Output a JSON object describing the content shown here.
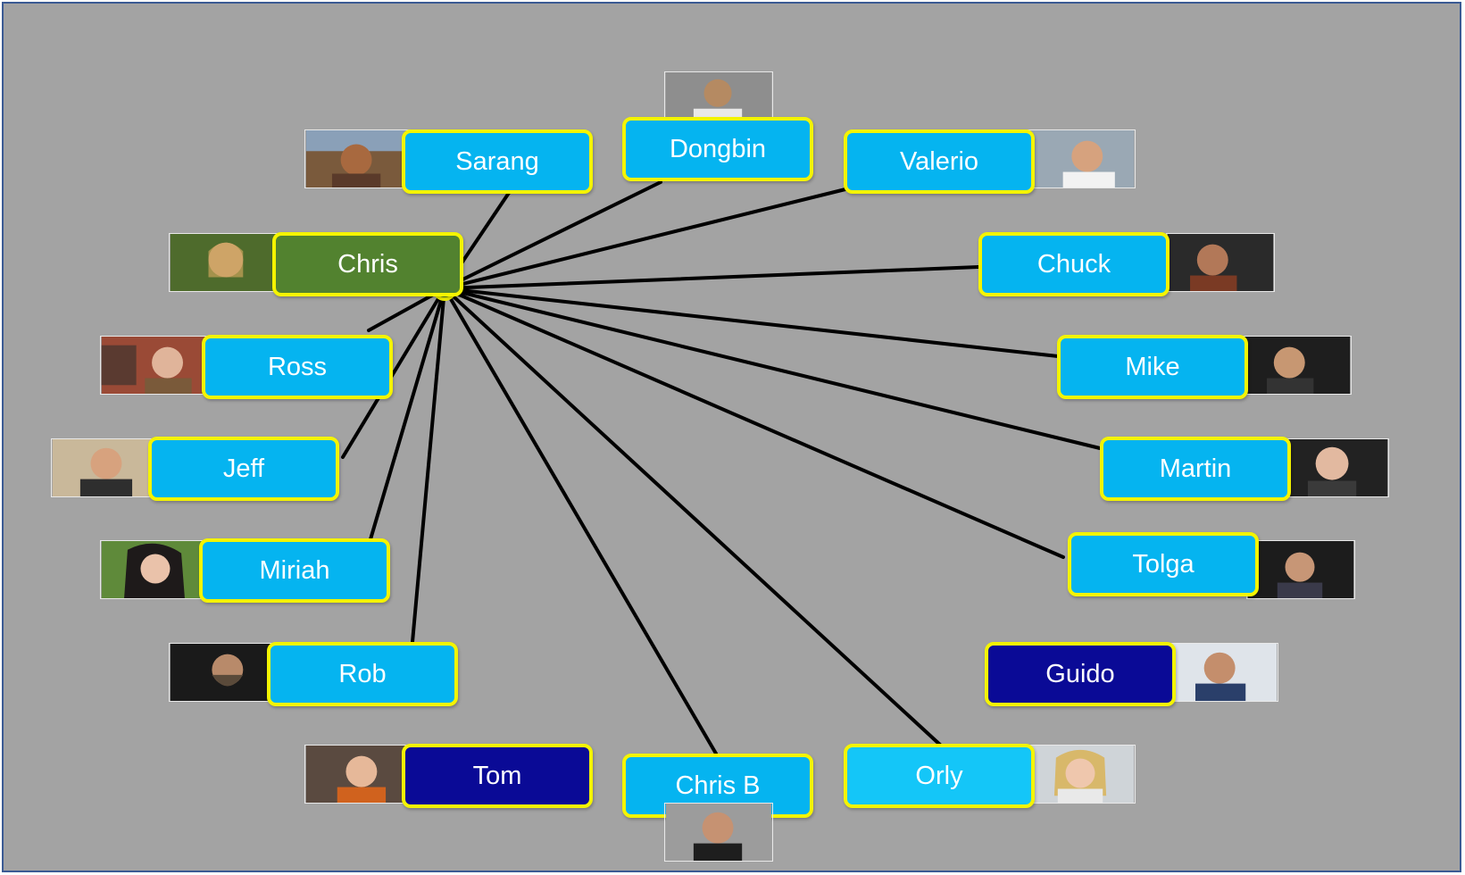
{
  "diagram": {
    "hub": {
      "color": "#52822f",
      "ring_color": "#f4f400"
    },
    "colors": {
      "background": "#a3a3a3",
      "frame": "#3b5a93",
      "label_blue": "#05b4f0",
      "label_light_blue": "#14c6f8",
      "label_navy": "#0a0a96",
      "label_selected": "#52822f",
      "label_border": "#f4f400",
      "link": "#000000"
    },
    "people": [
      {
        "name": "Sarang",
        "style": "blue",
        "linked": true,
        "photo": "sarang-photo"
      },
      {
        "name": "Dongbin",
        "style": "blue",
        "linked": true,
        "photo": "dongbin-photo"
      },
      {
        "name": "Valerio",
        "style": "blue",
        "linked": true,
        "photo": "valerio-photo"
      },
      {
        "name": "Chris",
        "style": "selected",
        "linked": false,
        "photo": "chris-photo"
      },
      {
        "name": "Chuck",
        "style": "blue",
        "linked": true,
        "photo": "chuck-photo"
      },
      {
        "name": "Ross",
        "style": "blue",
        "linked": true,
        "photo": "ross-photo"
      },
      {
        "name": "Mike",
        "style": "blue",
        "linked": true,
        "photo": "mike-photo"
      },
      {
        "name": "Jeff",
        "style": "blue",
        "linked": true,
        "photo": "jeff-photo"
      },
      {
        "name": "Martin",
        "style": "blue",
        "linked": true,
        "photo": "martin-photo"
      },
      {
        "name": "Miriah",
        "style": "blue",
        "linked": true,
        "photo": "miriah-photo"
      },
      {
        "name": "Tolga",
        "style": "blue",
        "linked": true,
        "photo": "tolga-photo"
      },
      {
        "name": "Rob",
        "style": "blue",
        "linked": true,
        "photo": "rob-photo"
      },
      {
        "name": "Guido",
        "style": "navy",
        "linked": false,
        "photo": "guido-photo"
      },
      {
        "name": "Tom",
        "style": "navy",
        "linked": false,
        "photo": "tom-photo"
      },
      {
        "name": "Chris B",
        "style": "blue",
        "linked": true,
        "photo": "chris-b-photo"
      },
      {
        "name": "Orly",
        "style": "light",
        "linked": true,
        "photo": "orly-photo"
      }
    ]
  }
}
